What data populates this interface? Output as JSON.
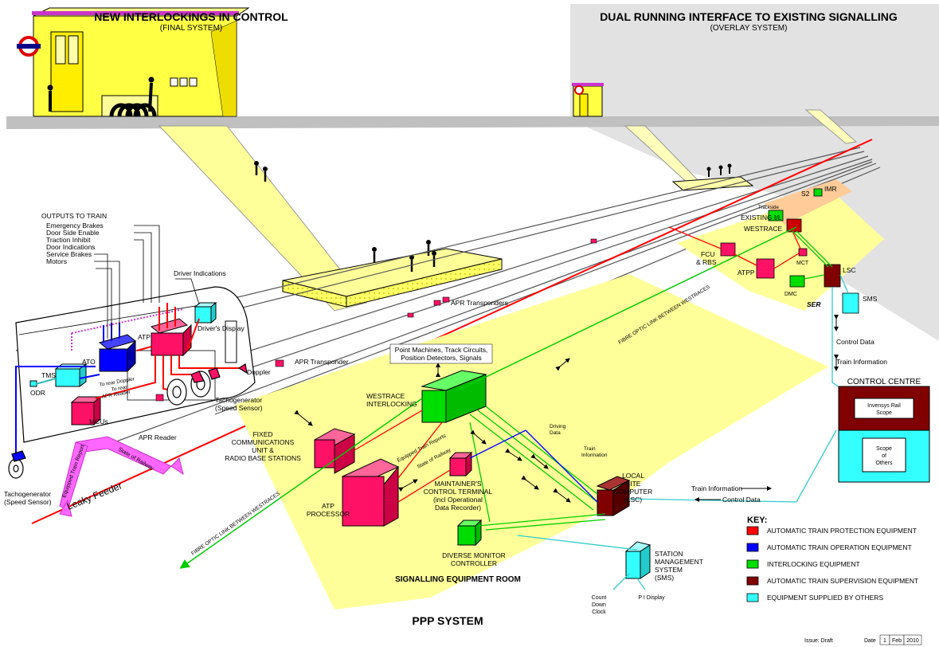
{
  "titles": {
    "left_title": "NEW INTERLOCKINGS IN CONTROL",
    "left_sub": "(FINAL SYSTEM)",
    "right_title": "DUAL RUNNING INTERFACE TO EXISTING SIGNALLING",
    "right_sub": "(OVERLAY SYSTEM)",
    "bottom_title": "PPP SYSTEM",
    "room_label": "SIGNALLING EQUIPMENT ROOM"
  },
  "outputs": {
    "heading": "OUTPUTS TO TRAIN",
    "items": [
      "Emergency Brakes",
      "Door Side Enable",
      "Traction Inhibit",
      "Door Indications",
      "Service Brakes",
      "Motors"
    ]
  },
  "train_labels": {
    "driver_indications": "Driver Indications",
    "drivers_display": "Driver's Display",
    "atp": "ATP",
    "ato": "ATO",
    "tms": "TMS",
    "odr": "ODR",
    "doppler": "Doppler",
    "tachogen_line1": "Tachogenerator",
    "tachogen_line2": "(Speed Sensor)",
    "tachogen2_line1": "Tachogenerator",
    "tachogen2_line2": "(Speed Sensor)",
    "to_rear_doppler": "To rear Doppler",
    "to_rear_apr1": "To rear",
    "to_rear_apr2": "APR Reader",
    "mcus": "MCUs",
    "apr_reader": "APR Reader",
    "leaky_feeder": "Leaky Feeder",
    "equipped_train_report": "Equipped Train Report",
    "state_of_railway": "State of Railway"
  },
  "track_labels": {
    "apr_transponders": "APR Transponders",
    "apr_transponder": "APR Transponder",
    "fibre_upper": "FIBRE OPTIC LINK BETWEEN WESTRACES",
    "fibre_lower": "FIBRE OPTIC LINK BETWEEN WESTRACES"
  },
  "ser": {
    "s2": "S2",
    "imr": "IMR",
    "trackside": "Trackside",
    "existing_il": "EXISTING I/L",
    "westrace": "WESTRACE",
    "fcu1": "FCU",
    "fcu2": "& RBS",
    "atpp": "ATPP",
    "mct": "MCT",
    "dmc": "DMC",
    "lsc": "LSC",
    "ser": "SER",
    "sms": "SMS",
    "control_data": "Control Data",
    "train_information": "Train Information"
  },
  "control_centre": {
    "title": "CONTROL CENTRE",
    "invensys1": "Invensys Rail",
    "invensys2": "Scope",
    "scope1": "Scope",
    "scope2": "of",
    "scope3": "Others"
  },
  "room": {
    "point_machines1": "Point Machines, Track Circuits,",
    "point_machines2": "Position Detectors, Signals",
    "westrace1": "WESTRACE",
    "westrace2": "INTERLOCKING",
    "fixed1": "FIXED",
    "fixed2": "COMMUNICATIONS",
    "fixed3": "UNIT &",
    "fixed4": "RADIO BASE STATIONS",
    "atp_proc1": "ATP",
    "atp_proc2": "PROCESSOR",
    "equipped_train_reports": "Equipped Train Reports",
    "state_of_railway": "State of Railway",
    "maint1": "MAINTAINER'S",
    "maint2": "CONTROL TERMINAL",
    "maint3": "(incl Operational",
    "maint4": "Data Recorder)",
    "driving1": "Driving",
    "driving2": "Data",
    "train_info1": "Train",
    "train_info2": "Information",
    "local1": "LOCAL",
    "local2": "SITE",
    "local3": "COMPUTER",
    "local4": "(LSC)",
    "train_information_arrow": "Train Information",
    "control_data_arrow": "Control Data",
    "dmc1": "DIVERSE MONITOR",
    "dmc2": "CONTROLLER",
    "sms1": "STATION",
    "sms2": "MANAGEMENT",
    "sms3": "SYSTEM",
    "sms4": "(SMS)",
    "countdown1": "Count",
    "countdown2": "Down",
    "countdown3": "Clock",
    "pi_display": "P I Display"
  },
  "key": {
    "title": "KEY:",
    "items": [
      {
        "label": "AUTOMATIC TRAIN PROTECTION EQUIPMENT",
        "color": "#ff0000"
      },
      {
        "label": "AUTOMATIC TRAIN OPERATION EQUIPMENT",
        "color": "#0000ff"
      },
      {
        "label": "INTERLOCKING EQUIPMENT",
        "color": "#00dd00"
      },
      {
        "label": "AUTOMATIC TRAIN SUPERVISION EQUIPMENT",
        "color": "#800000"
      },
      {
        "label": "EQUIPMENT SUPPLIED BY OTHERS",
        "color": "#33ffff"
      }
    ]
  },
  "footer": {
    "issue": "Issue: Draft",
    "date_label": "Date",
    "day": "1",
    "month": "Feb",
    "year": "2010"
  },
  "colors": {
    "atp": "#ff0000",
    "ato": "#0000ff",
    "interlocking": "#00dd00",
    "ats": "#800000",
    "others": "#33ffff",
    "room": "#ffff99",
    "building": "#ffff44",
    "platform_grey": "#c8c8c8",
    "overlay_bg": "#e0e0e0"
  }
}
